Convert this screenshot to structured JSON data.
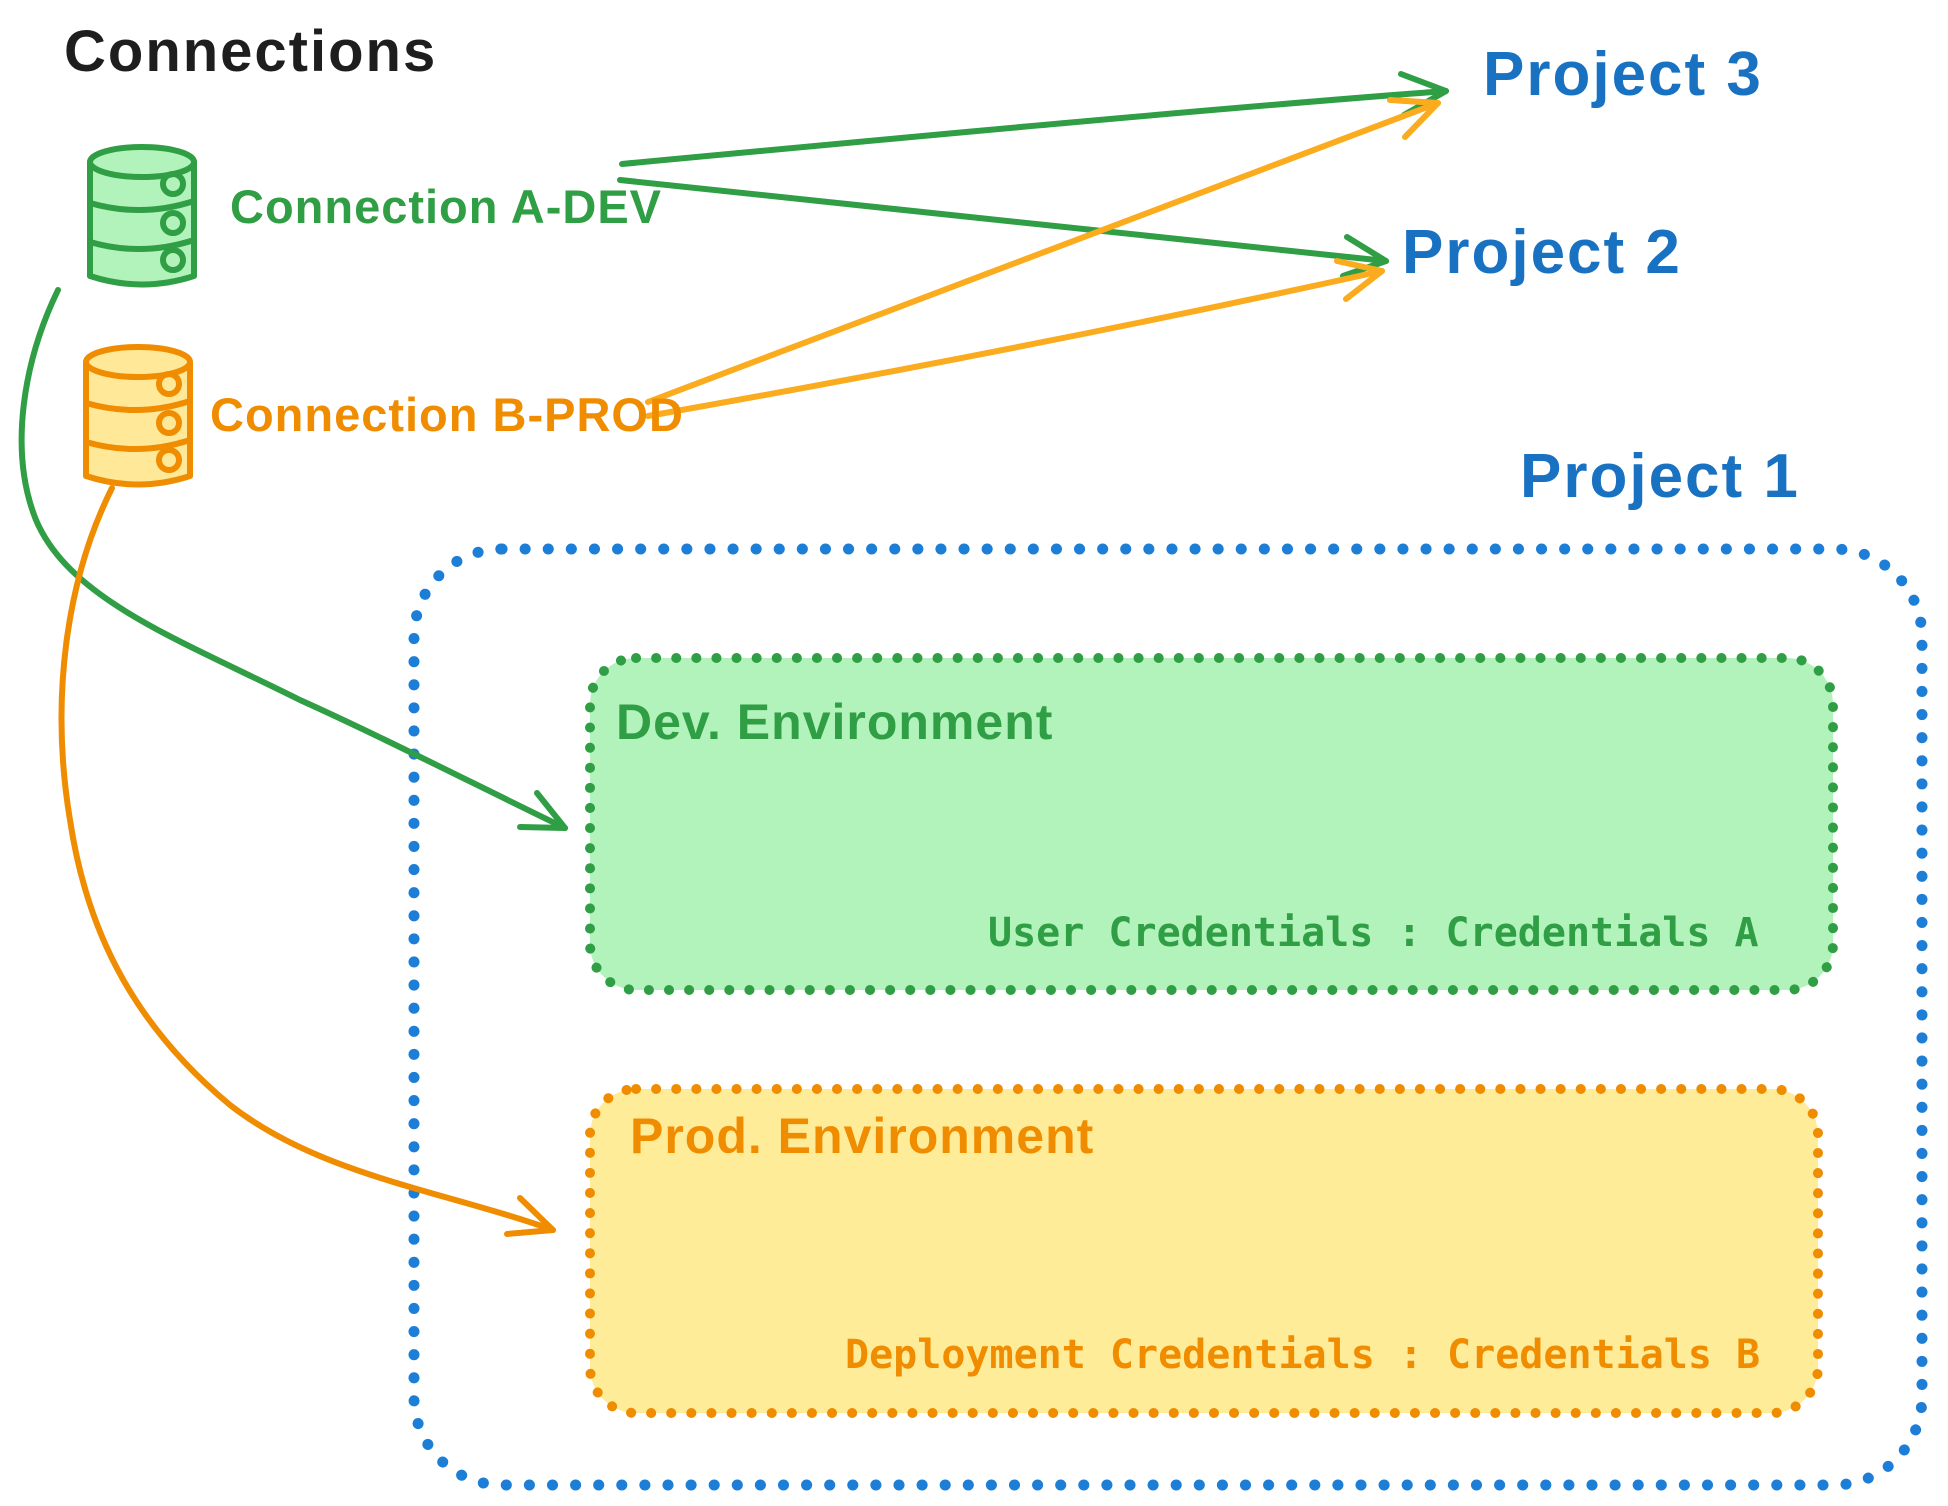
{
  "diagram": {
    "title": "Connections",
    "connections": [
      {
        "id": "a-dev",
        "label": "Connection A-DEV",
        "icon": "database-icon",
        "color": "#2f9e44",
        "fill": "#b2f2bb"
      },
      {
        "id": "b-prod",
        "label": "Connection B-PROD",
        "icon": "database-icon",
        "color": "#f08c00",
        "fill": "#ffe999"
      }
    ],
    "projects": [
      {
        "label": "Project 3"
      },
      {
        "label": "Project 2"
      },
      {
        "label": "Project 1"
      }
    ],
    "edges": [
      {
        "from": "Connection A-DEV",
        "to": "Project 3"
      },
      {
        "from": "Connection A-DEV",
        "to": "Project 2"
      },
      {
        "from": "Connection B-PROD",
        "to": "Project 3"
      },
      {
        "from": "Connection B-PROD",
        "to": "Project 2"
      },
      {
        "from": "Connection A-DEV",
        "to": "Project 1 / Dev. Environment"
      },
      {
        "from": "Connection B-PROD",
        "to": "Project 1 / Prod. Environment"
      }
    ],
    "project1": {
      "environments": [
        {
          "title": "Dev. Environment",
          "credentials_label": "User Credentials : Credentials A",
          "color": "#2f9e44",
          "fill": "#b2f2bb"
        },
        {
          "title": "Prod. Environment",
          "credentials_label": "Deployment Credentials : Credentials B",
          "color": "#f08c00",
          "fill": "#ffec99"
        }
      ]
    },
    "colors": {
      "title_text": "#1e1e1e",
      "project_text": "#1971c2",
      "project_border": "#1c7ed6",
      "green": "#2f9e44",
      "orange": "#f08c00",
      "orange_arrow_light": "#fbab1e"
    }
  }
}
